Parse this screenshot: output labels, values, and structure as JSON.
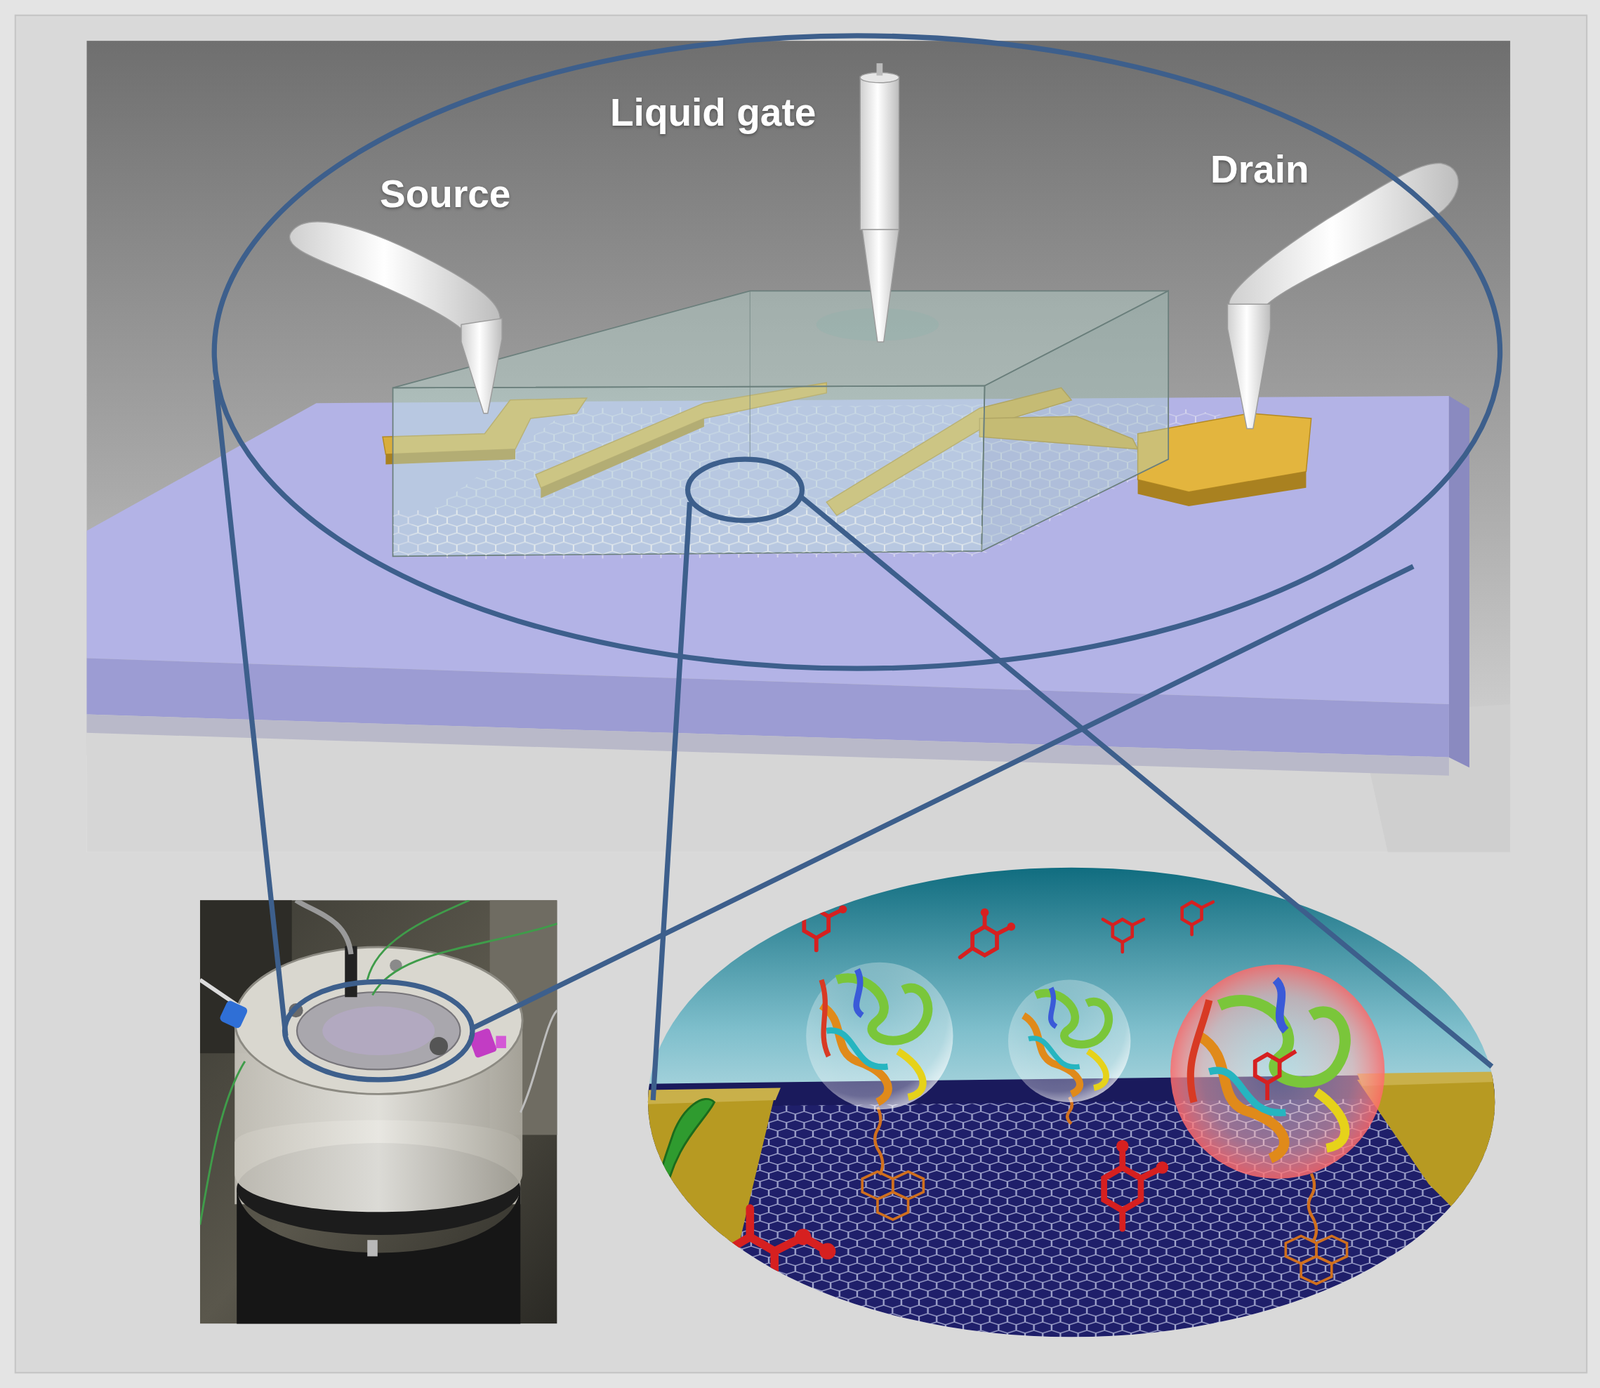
{
  "diagram": {
    "labels": [
      "Source",
      "Liquid gate",
      "Drain"
    ]
  }
}
